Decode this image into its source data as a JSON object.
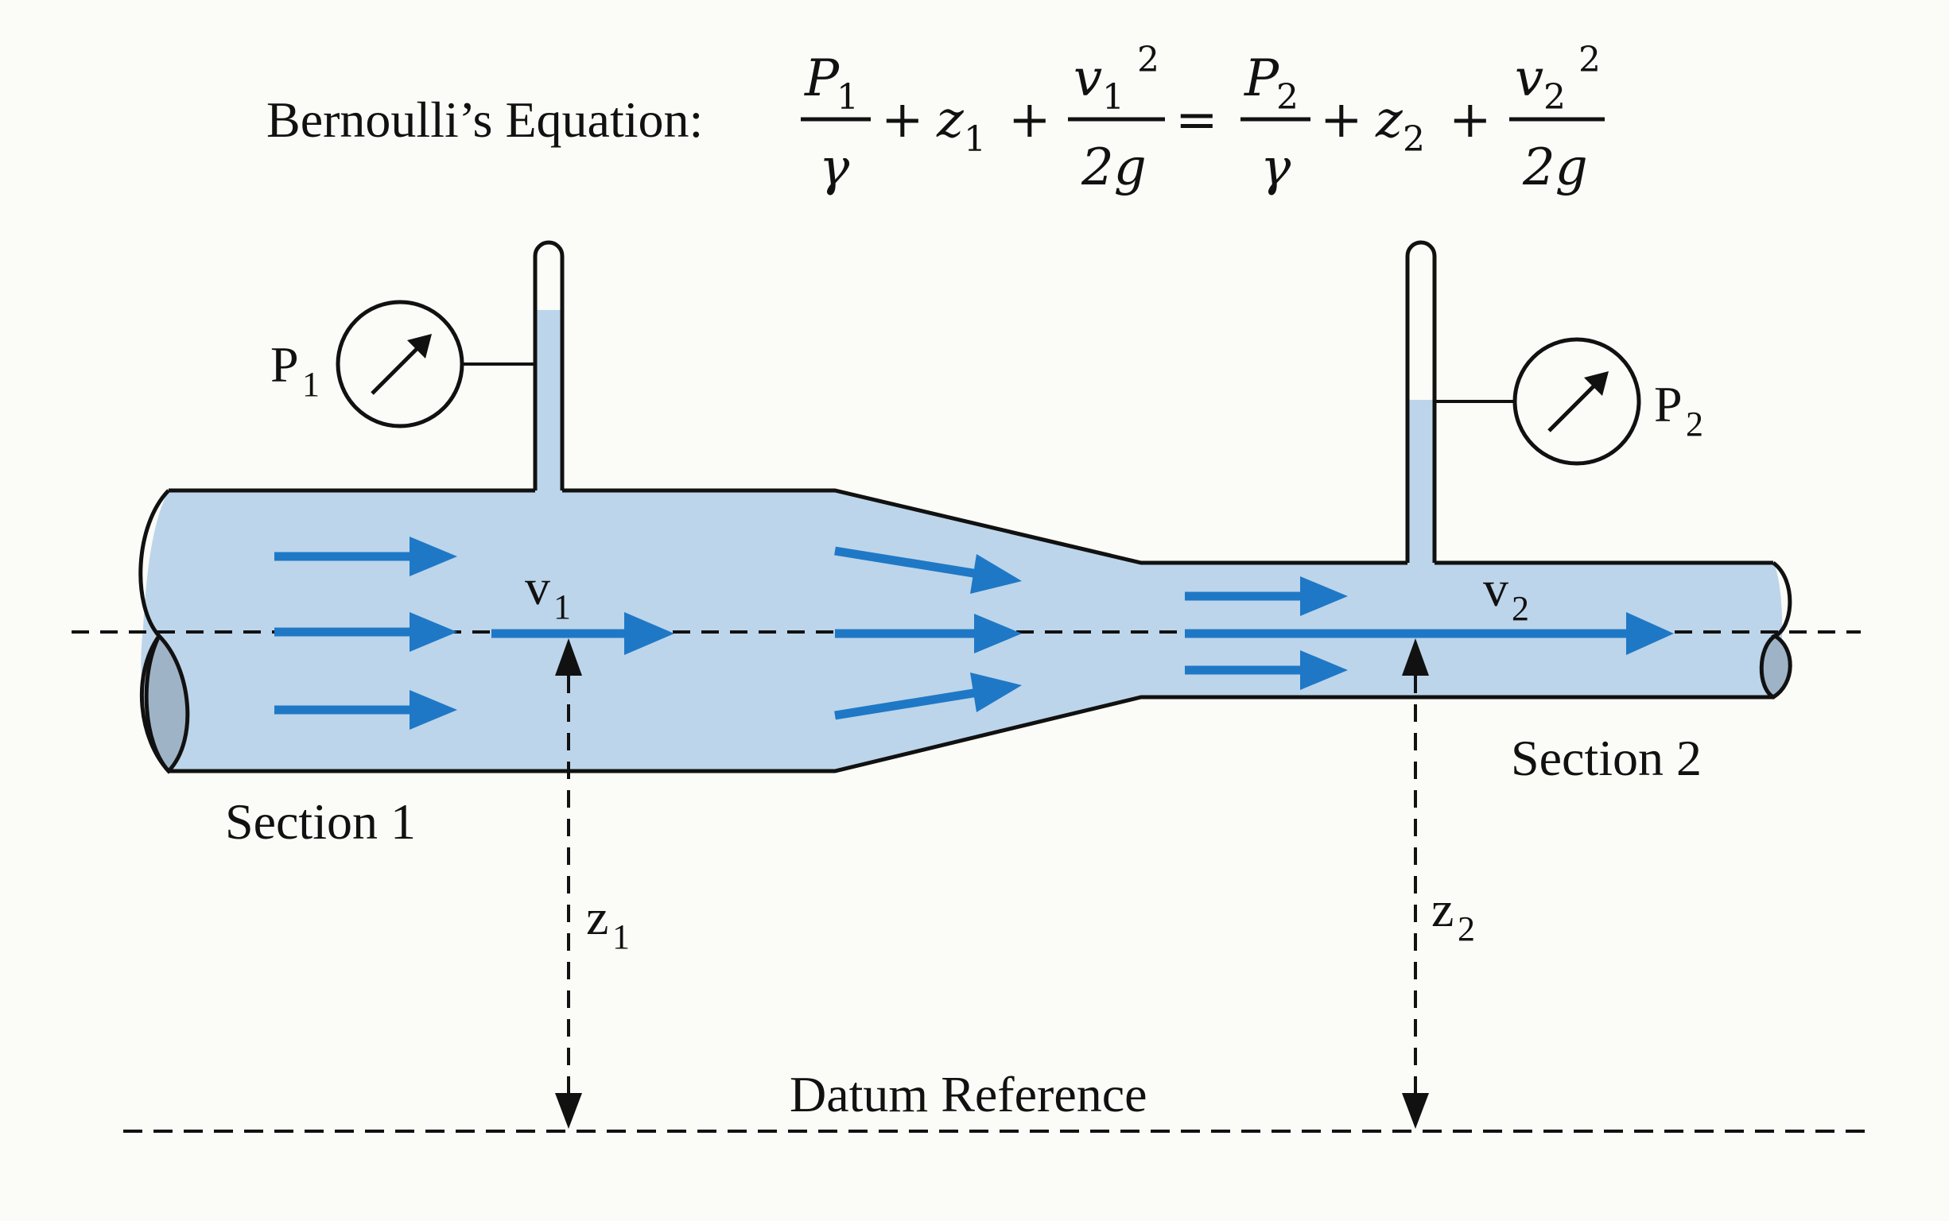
{
  "equation": {
    "prefix": "Bernoulli’s Equation:",
    "P1_sym": "P",
    "P1_sub": "1",
    "gamma1": "γ",
    "plus1": "+",
    "z1_sym": "z",
    "z1_sub": "1",
    "plus2": "+",
    "v1_sym": "v",
    "v1_sub": "1",
    "v1_exp": "2",
    "den1": "2g",
    "equals": "=",
    "P2_sym": "P",
    "P2_sub": "2",
    "gamma2": "γ",
    "plus3": "+",
    "z2_sym": "z",
    "z2_sub": "2",
    "plus4": "+",
    "v2_sym": "v",
    "v2_sub": "2",
    "v2_exp": "2",
    "den2": "2g"
  },
  "labels": {
    "p1": {
      "main": "P",
      "sub": "1"
    },
    "p2": {
      "main": "P",
      "sub": "2"
    },
    "v1": {
      "main": "v",
      "sub": "1"
    },
    "v2": {
      "main": "v",
      "sub": "2"
    },
    "z1": {
      "main": "z",
      "sub": "1"
    },
    "z2": {
      "main": "z",
      "sub": "2"
    },
    "section1": "Section 1",
    "section2": "Section 2",
    "datum": "Datum Reference"
  },
  "colors": {
    "water": "#bcd5ea",
    "arrow": "#1f78c6",
    "outline": "#111111",
    "background": "#fbfbf8"
  },
  "icons": {
    "gauge1": "pressure-gauge-icon",
    "gauge2": "pressure-gauge-icon"
  }
}
